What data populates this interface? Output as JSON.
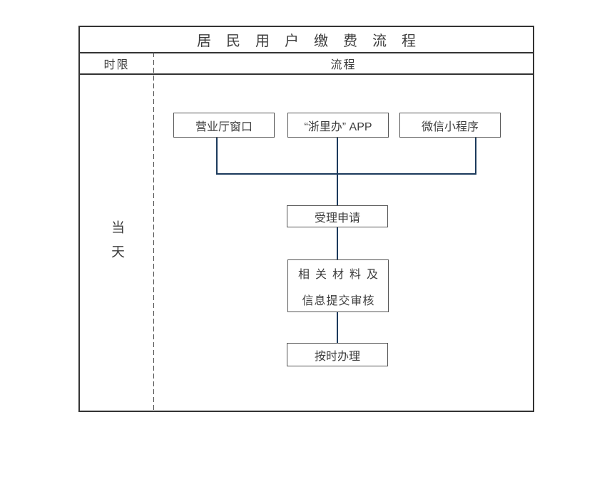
{
  "title": "居民用户缴费流程",
  "header": {
    "time_limit": "时限",
    "process": "流程"
  },
  "time_label": "当天",
  "flow": {
    "channels": [
      {
        "label": "营业厅窗口"
      },
      {
        "label": "“浙里办” APP"
      },
      {
        "label": "微信小程序"
      }
    ],
    "accept": {
      "label": "受理申请"
    },
    "review": {
      "line1": "相关材料及",
      "line2": "信息提交审核"
    },
    "complete": {
      "label": "按时办理"
    }
  },
  "colors": {
    "frame_border": "#333333",
    "grid_line": "#333333",
    "dashed_divider": "#4a4a4a",
    "box_border": "#555555",
    "text": "#3e3e3e",
    "connector": "#1c3a5c",
    "background": "#ffffff"
  }
}
